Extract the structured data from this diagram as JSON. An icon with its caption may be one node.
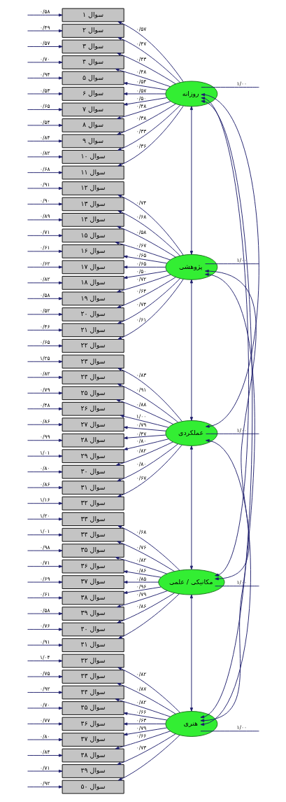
{
  "diagram": {
    "nodes": [
      {
        "text": [
          "سوال ۱"
        ]
      },
      {
        "text": [
          "سوال ۲"
        ]
      },
      {
        "text": [
          "سوال ۳"
        ]
      },
      {
        "text": [
          "سوال ۴"
        ]
      },
      {
        "text": [
          "سوال ۵"
        ]
      },
      {
        "text": [
          "سوال ۶"
        ]
      },
      {
        "text": [
          "سوال ۷"
        ]
      },
      {
        "text": [
          "سوال ۸"
        ]
      },
      {
        "text": [
          "سوال ۹"
        ]
      },
      {
        "text": [
          "سوال ۱۰"
        ]
      },
      {
        "text": [
          "سوال ۱۱"
        ]
      },
      {
        "text": [
          "سوال ۱۲"
        ]
      },
      {
        "text": [
          "سوال ۱۳"
        ]
      },
      {
        "text": [
          "سوال ۱۴"
        ]
      },
      {
        "text": [
          "سوال ۱۵"
        ]
      },
      {
        "text": [
          "سوال ۱۶"
        ]
      },
      {
        "text": [
          "سوال ۱۷"
        ]
      },
      {
        "text": [
          "سوال ۱۸"
        ]
      },
      {
        "text": [
          "سوال ۱۹"
        ]
      },
      {
        "text": [
          "سوال ۲۰"
        ]
      },
      {
        "text": [
          "سوال ۲۱"
        ]
      },
      {
        "text": [
          "سوال ۲۲"
        ]
      },
      {
        "text": [
          "سوال ۲۳"
        ]
      },
      {
        "text": [
          "سوال ۲۴"
        ]
      },
      {
        "text": [
          "سوال ۲۵"
        ]
      },
      {
        "text": [
          "سوال ۲۶"
        ]
      },
      {
        "text": [
          "سوال ۲۷"
        ]
      },
      {
        "text": [
          "سوال ۲۸"
        ]
      },
      {
        "text": [
          "سوال ۲۹"
        ]
      },
      {
        "text": [
          "سوال ۳۰"
        ]
      },
      {
        "text": [
          "سوال ۳۱"
        ]
      },
      {
        "text": [
          "سوال ۳۲"
        ]
      },
      {
        "text": [
          "سوال ۳۳"
        ]
      },
      {
        "text": [
          "سوال ۳۴"
        ]
      },
      {
        "text": [
          "سوال ۳۵"
        ]
      },
      {
        "text": [
          "سوال ۳۶"
        ]
      },
      {
        "text": [
          "سوال ۳۷"
        ]
      },
      {
        "text": [
          "سوال ۳۸"
        ]
      },
      {
        "text": [
          "سوال ۳۹"
        ]
      },
      {
        "text": [
          "سوال ۴۰"
        ]
      },
      {
        "text": [
          "سوال ۴۱"
        ]
      },
      {
        "text": [
          "سوال ۴۲"
        ]
      },
      {
        "text": [
          "سوال ۴۳"
        ]
      },
      {
        "text": [
          "سوال ۴۴"
        ]
      },
      {
        "text": [
          "سوال ۴۵"
        ]
      },
      {
        "text": [
          "سوال ۴۶"
        ]
      },
      {
        "text": [
          "سوال ۴۷"
        ]
      },
      {
        "text": [
          "سوال ۴۸"
        ]
      },
      {
        "text": [
          "سوال ۴۹"
        ]
      },
      {
        "text": [
          "سوال ۵۰"
        ]
      },
      {
        "text": [
          "روزانه"
        ]
      },
      {
        "text": [
          "پژوهشی"
        ]
      },
      {
        "text": [
          "عملکردی"
        ]
      },
      {
        "text": [
          "مکانیکی / علمی"
        ]
      },
      {
        "text": [
          "هنری"
        ]
      }
    ],
    "edges": [
      {
        "from": null,
        "to": 0,
        "arrow": "to",
        "label": "۰/۵۸"
      },
      {
        "from": null,
        "to": 1,
        "arrow": "to",
        "label": "۰/۴۹"
      },
      {
        "from": null,
        "to": 2,
        "arrow": "to",
        "label": "۰/۵۷"
      },
      {
        "from": null,
        "to": 3,
        "arrow": "to",
        "label": "۰/۷۰"
      },
      {
        "from": null,
        "to": 4,
        "arrow": "to",
        "label": "۰/۹۴"
      },
      {
        "from": null,
        "to": 5,
        "arrow": "to",
        "label": "۰/۵۳"
      },
      {
        "from": null,
        "to": 6,
        "arrow": "to",
        "label": "۰/۶۵"
      },
      {
        "from": null,
        "to": 7,
        "arrow": "to",
        "label": "۰/۵۴"
      },
      {
        "from": null,
        "to": 8,
        "arrow": "to",
        "label": "۰/۸۴"
      },
      {
        "from": null,
        "to": 9,
        "arrow": "to",
        "label": "۰/۸۲"
      },
      {
        "from": null,
        "to": 10,
        "arrow": "to",
        "label": "۰/۶۸"
      },
      {
        "from": null,
        "to": 11,
        "arrow": "to",
        "label": "۰/۹۱"
      },
      {
        "from": null,
        "to": 12,
        "arrow": "to",
        "label": "۰/۹۰"
      },
      {
        "from": null,
        "to": 13,
        "arrow": "to",
        "label": "۰/۸۹"
      },
      {
        "from": null,
        "to": 14,
        "arrow": "to",
        "label": "۰/۷۱"
      },
      {
        "from": null,
        "to": 15,
        "arrow": "to",
        "label": "۰/۶۱"
      },
      {
        "from": null,
        "to": 16,
        "arrow": "to",
        "label": "۰/۶۲"
      },
      {
        "from": null,
        "to": 17,
        "arrow": "to",
        "label": "۰/۸۲"
      },
      {
        "from": null,
        "to": 18,
        "arrow": "to",
        "label": "۰/۵۸"
      },
      {
        "from": null,
        "to": 19,
        "arrow": "to",
        "label": "۰/۵۲"
      },
      {
        "from": null,
        "to": 20,
        "arrow": "to",
        "label": "۰/۴۶"
      },
      {
        "from": null,
        "to": 21,
        "arrow": "to",
        "label": "۰/۶۵"
      },
      {
        "from": null,
        "to": 22,
        "arrow": "to",
        "label": "۱/۲۵"
      },
      {
        "from": null,
        "to": 23,
        "arrow": "to",
        "label": "۰/۸۲"
      },
      {
        "from": null,
        "to": 24,
        "arrow": "to",
        "label": "۰/۷۹"
      },
      {
        "from": null,
        "to": 25,
        "arrow": "to",
        "label": "۰/۴۸"
      },
      {
        "from": null,
        "to": 26,
        "arrow": "to",
        "label": "۰/۸۶"
      },
      {
        "from": null,
        "to": 27,
        "arrow": "to",
        "label": "۰/۹۹"
      },
      {
        "from": null,
        "to": 28,
        "arrow": "to",
        "label": "۱/۰۱"
      },
      {
        "from": null,
        "to": 29,
        "arrow": "to",
        "label": "۰/۸۰"
      },
      {
        "from": null,
        "to": 30,
        "arrow": "to",
        "label": "۰/۸۶"
      },
      {
        "from": null,
        "to": 31,
        "arrow": "to",
        "label": "۱/۱۶"
      },
      {
        "from": null,
        "to": 32,
        "arrow": "to",
        "label": "۱/۲۰"
      },
      {
        "from": null,
        "to": 33,
        "arrow": "to",
        "label": "۱/۰۱"
      },
      {
        "from": null,
        "to": 34,
        "arrow": "to",
        "label": "۰/۹۸"
      },
      {
        "from": null,
        "to": 35,
        "arrow": "to",
        "label": "۰/۷۱"
      },
      {
        "from": null,
        "to": 36,
        "arrow": "to",
        "label": "۰/۶۹"
      },
      {
        "from": null,
        "to": 37,
        "arrow": "to",
        "label": "۰/۶۱"
      },
      {
        "from": null,
        "to": 38,
        "arrow": "to",
        "label": "۰/۵۸"
      },
      {
        "from": null,
        "to": 39,
        "arrow": "to",
        "label": "۰/۷۶"
      },
      {
        "from": null,
        "to": 40,
        "arrow": "to",
        "label": "۰/۹۱"
      },
      {
        "from": null,
        "to": 41,
        "arrow": "to",
        "label": "۱/۰۴"
      },
      {
        "from": null,
        "to": 42,
        "arrow": "to",
        "label": "۰/۷۵"
      },
      {
        "from": null,
        "to": 43,
        "arrow": "to",
        "label": "۰/۹۲"
      },
      {
        "from": null,
        "to": 44,
        "arrow": "to",
        "label": "۰/۷۰"
      },
      {
        "from": null,
        "to": 45,
        "arrow": "to",
        "label": "۰/۷۷"
      },
      {
        "from": null,
        "to": 46,
        "arrow": "to",
        "label": "۰/۸۰"
      },
      {
        "from": null,
        "to": 47,
        "arrow": "to",
        "label": "۰/۸۴"
      },
      {
        "from": null,
        "to": 48,
        "arrow": "to",
        "label": "۰/۷۱"
      },
      {
        "from": null,
        "to": 49,
        "arrow": "to",
        "label": "۰/۹۲"
      },
      {
        "from": 50,
        "to": 0,
        "arrow": "to",
        "label": "۰/۵۷"
      },
      {
        "from": 50,
        "to": 1,
        "arrow": "to",
        "label": "۰/۴۷"
      },
      {
        "from": 50,
        "to": 2,
        "arrow": "to",
        "label": "۰/۴۳"
      },
      {
        "from": 50,
        "to": 3,
        "arrow": "to",
        "label": "۰/۴۸"
      },
      {
        "from": 50,
        "to": 4,
        "arrow": "to",
        "label": "۰/۵۴"
      },
      {
        "from": 50,
        "to": 5,
        "arrow": "to",
        "label": "۰/۵۷"
      },
      {
        "from": 50,
        "to": 6,
        "arrow": "to",
        "label": "۰/۵۰"
      },
      {
        "from": 50,
        "to": 7,
        "arrow": "to",
        "label": "۰/۴۸"
      },
      {
        "from": 50,
        "to": 8,
        "arrow": "to",
        "label": "۰/۳۸"
      },
      {
        "from": 50,
        "to": 9,
        "arrow": "to",
        "label": "۰/۳۳"
      },
      {
        "from": 50,
        "to": 10,
        "arrow": "to",
        "label": "۰/۳۶"
      },
      {
        "from": 51,
        "to": 11,
        "arrow": "to",
        "label": "۰/۷۴"
      },
      {
        "from": 51,
        "to": 12,
        "arrow": "to",
        "label": "۰/۶۸"
      },
      {
        "from": 51,
        "to": 13,
        "arrow": "to",
        "label": "۰/۵۸"
      },
      {
        "from": 51,
        "to": 14,
        "arrow": "to",
        "label": "۰/۶۷"
      },
      {
        "from": 51,
        "to": 15,
        "arrow": "to",
        "label": "۰/۶۵"
      },
      {
        "from": 51,
        "to": 16,
        "arrow": "to",
        "label": "۰/۶۵"
      },
      {
        "from": 51,
        "to": 17,
        "arrow": "to",
        "label": "۰/۵۰"
      },
      {
        "from": 51,
        "to": 18,
        "arrow": "to",
        "label": "۰/۷۲"
      },
      {
        "from": 51,
        "to": 19,
        "arrow": "to",
        "label": "۰/۶۴"
      },
      {
        "from": 51,
        "to": 20,
        "arrow": "to",
        "label": "۰/۷۴"
      },
      {
        "from": 51,
        "to": 21,
        "arrow": "to",
        "label": "۰/۶۱"
      },
      {
        "from": 52,
        "to": 22,
        "arrow": "to",
        "label": "۰/۸۳"
      },
      {
        "from": 52,
        "to": 23,
        "arrow": "to",
        "label": "۰/۹۱"
      },
      {
        "from": 52,
        "to": 24,
        "arrow": "to",
        "label": "۰/۸۸"
      },
      {
        "from": 52,
        "to": 25,
        "arrow": "to",
        "label": "۱/۰۰"
      },
      {
        "from": 52,
        "to": 26,
        "arrow": "to",
        "label": "۰/۷۹"
      },
      {
        "from": 52,
        "to": 27,
        "arrow": "to",
        "label": "۰/۴۷"
      },
      {
        "from": 52,
        "to": 28,
        "arrow": "to",
        "label": "۰/۸۰"
      },
      {
        "from": 52,
        "to": 29,
        "arrow": "to",
        "label": "۰/۸۲"
      },
      {
        "from": 52,
        "to": 30,
        "arrow": "to",
        "label": "۰/۸۰"
      },
      {
        "from": 52,
        "to": 31,
        "arrow": "to",
        "label": "۰/۶۷"
      },
      {
        "from": 53,
        "to": 32,
        "arrow": "to",
        "label": "۰/۶۸"
      },
      {
        "from": 53,
        "to": 33,
        "arrow": "to",
        "label": "۰/۷۶"
      },
      {
        "from": 53,
        "to": 34,
        "arrow": "to",
        "label": "۰/۸۲"
      },
      {
        "from": 53,
        "to": 35,
        "arrow": "to",
        "label": "۰/۸۶"
      },
      {
        "from": 53,
        "to": 36,
        "arrow": "to",
        "label": "۰/۸۵"
      },
      {
        "from": 53,
        "to": 37,
        "arrow": "to",
        "label": "۰/۹۶"
      },
      {
        "from": 53,
        "to": 38,
        "arrow": "to",
        "label": "۰/۷۹"
      },
      {
        "from": 53,
        "to": 39,
        "arrow": "to",
        "label": "۰/۸۶"
      },
      {
        "from": 53,
        "to": 40,
        "arrow": "to"
      },
      {
        "from": 54,
        "to": 41,
        "arrow": "to",
        "label": "۰/۸۲"
      },
      {
        "from": 54,
        "to": 42,
        "arrow": "to",
        "label": "۰/۸۷"
      },
      {
        "from": 54,
        "to": 43,
        "arrow": "to",
        "label": "۰/۸۲"
      },
      {
        "from": 54,
        "to": 44,
        "arrow": "to",
        "label": "۰/۶۶"
      },
      {
        "from": 54,
        "to": 45,
        "arrow": "to",
        "label": "۰/۶۳"
      },
      {
        "from": 54,
        "to": 46,
        "arrow": "to",
        "label": "۰/۷۹"
      },
      {
        "from": 54,
        "to": 47,
        "arrow": "to",
        "label": "۰/۶۶"
      },
      {
        "from": 54,
        "to": 48,
        "arrow": "to",
        "label": "۰/۷۳"
      },
      {
        "from": 54,
        "to": 49,
        "arrow": "to"
      },
      {
        "from": 50,
        "to": null,
        "arrow": "none",
        "label": "۱/۰۰"
      },
      {
        "from": 51,
        "to": null,
        "arrow": "none",
        "label": "۱/۰۰"
      },
      {
        "from": 52,
        "to": null,
        "arrow": "none",
        "label": "۱/۰۰"
      },
      {
        "from": 53,
        "to": null,
        "arrow": "none",
        "label": "۱/۰۰"
      },
      {
        "from": 54,
        "to": null,
        "arrow": "none",
        "label": "۱/۰۰"
      },
      {
        "from": 50,
        "to": 51,
        "arrow": "both"
      },
      {
        "from": 50,
        "to": 52,
        "arrow": "both"
      },
      {
        "from": 50,
        "to": 53,
        "arrow": "both"
      },
      {
        "from": 50,
        "to": 54,
        "arrow": "both"
      },
      {
        "from": 51,
        "to": 52,
        "arrow": "both"
      },
      {
        "from": 51,
        "to": 53,
        "arrow": "both"
      },
      {
        "from": 51,
        "to": 54,
        "arrow": "both"
      },
      {
        "from": 52,
        "to": 53,
        "arrow": "both"
      },
      {
        "from": 52,
        "to": 54,
        "arrow": "both"
      },
      {
        "from": 53,
        "to": 54,
        "arrow": "both"
      }
    ]
  }
}
